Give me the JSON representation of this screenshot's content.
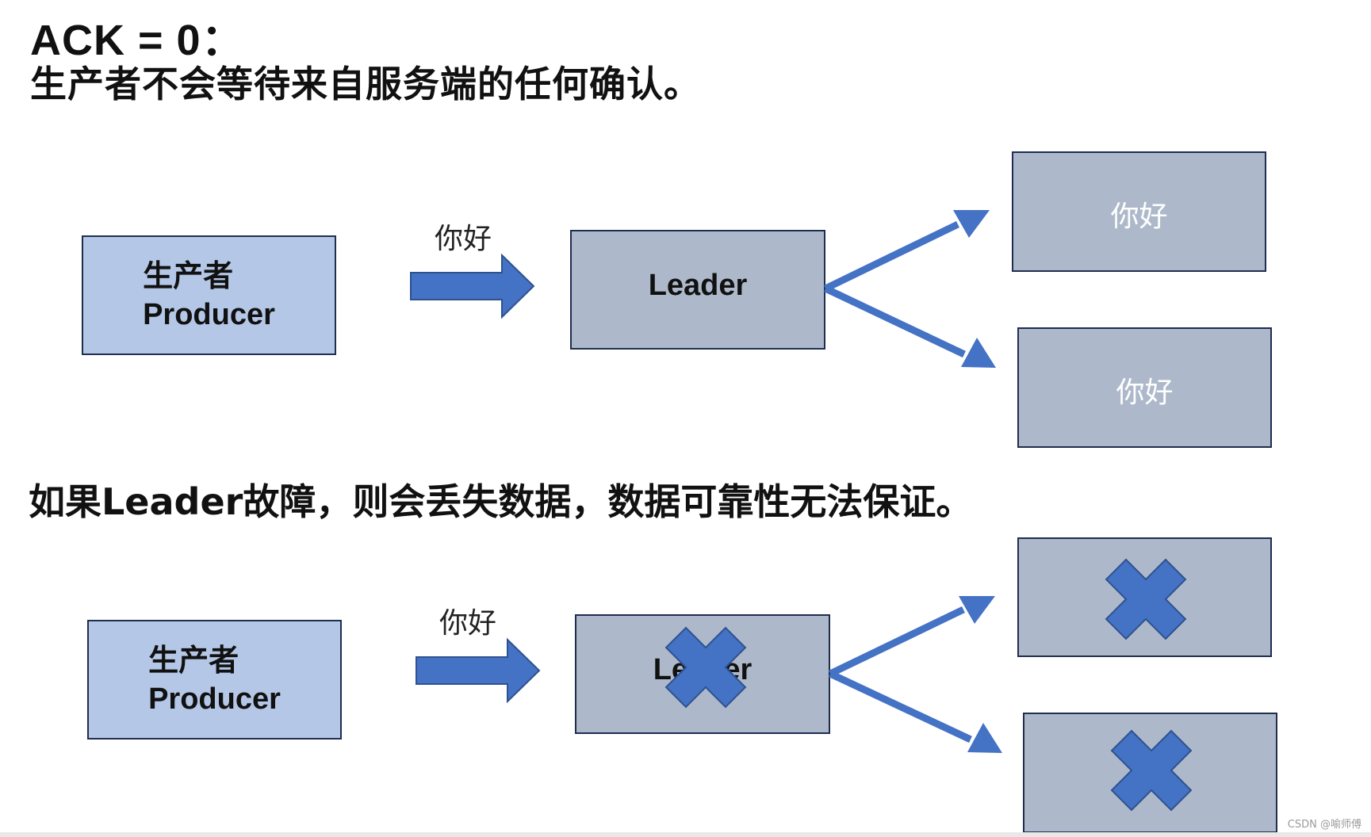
{
  "title": "ACK = 0：",
  "subtitle": "生产者不会等待来自服务端的任何确认。",
  "scenario_normal": {
    "producer": {
      "line1": "生产者",
      "line2": "Producer"
    },
    "message": "你好",
    "leader": "Leader",
    "followers": [
      "你好",
      "你好"
    ]
  },
  "failure_note": "如果Leader故障，则会丢失数据，数据可靠性无法保证。",
  "scenario_failure": {
    "producer": {
      "line1": "生产者",
      "line2": "Producer"
    },
    "message": "你好",
    "leader": "Leader",
    "failed_marker": "x-icon"
  },
  "watermark": "CSDN @喻师傅",
  "colors": {
    "producer_fill": "#b4c7e7",
    "broker_fill": "#adb9ca",
    "arrow": "#4472c4",
    "border": "#1f2d4f"
  }
}
